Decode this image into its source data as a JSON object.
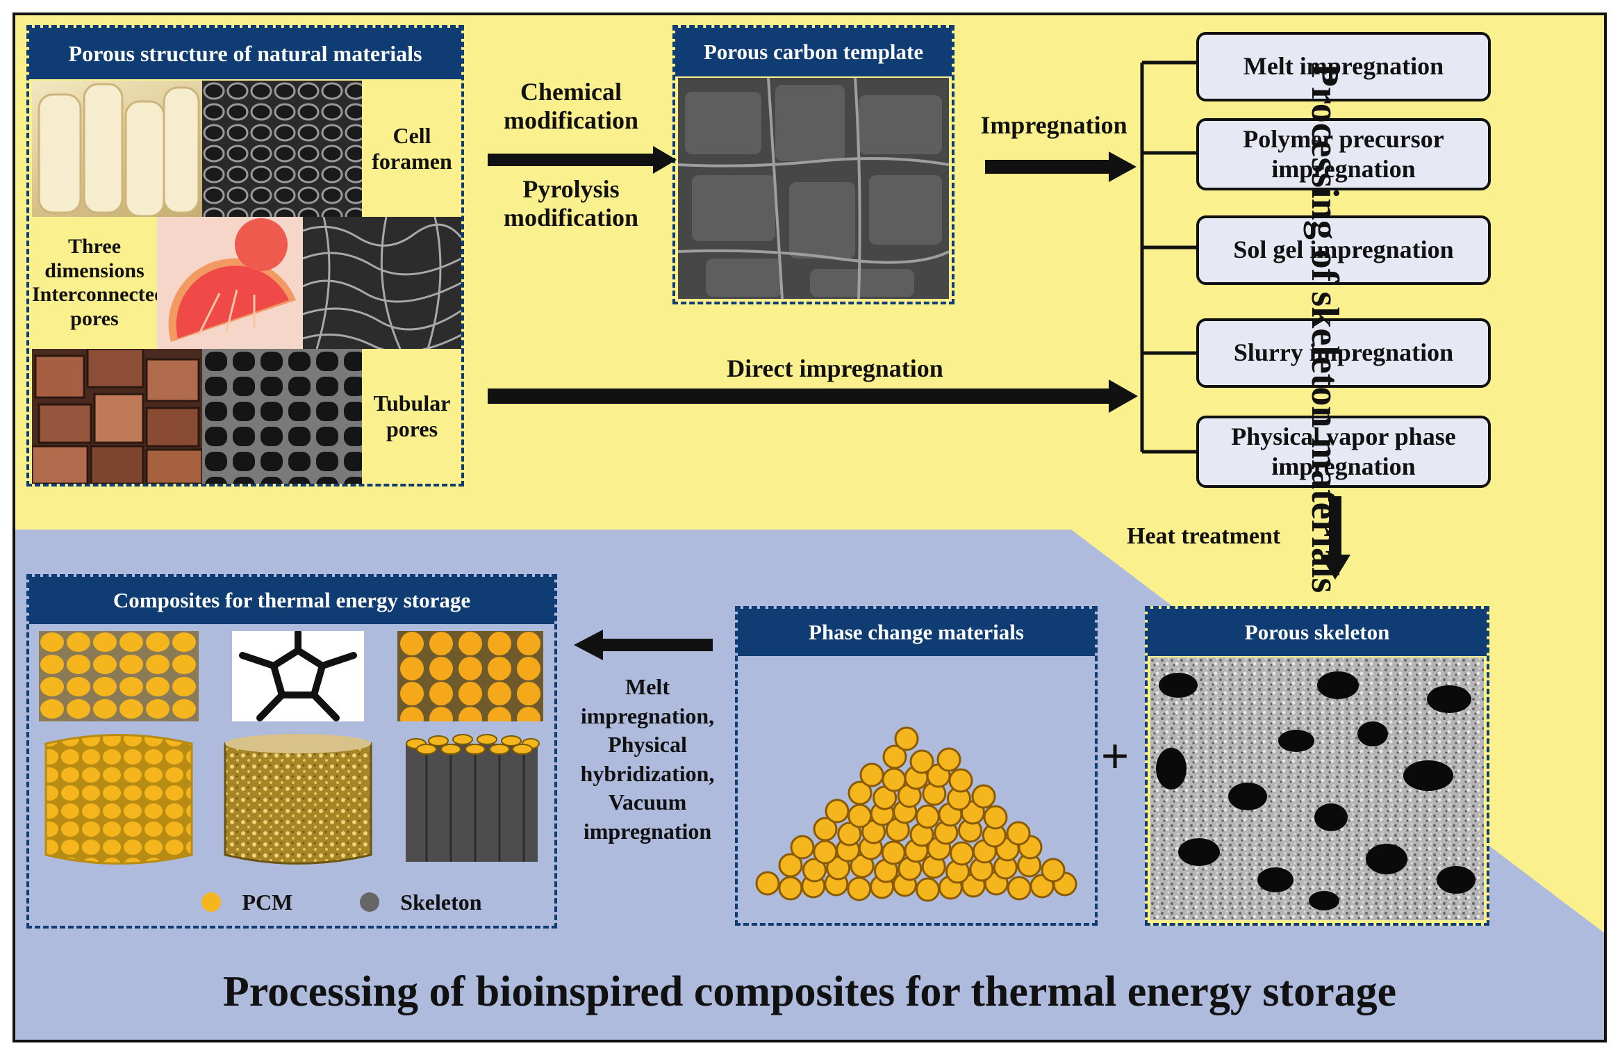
{
  "colors": {
    "yellow_bg": "#fbf08e",
    "blue_bg": "#aebbdc",
    "navy": "#0f3d73",
    "pcm_gold": "#f5b51c",
    "skeleton_gray": "#666666"
  },
  "natural_panel": {
    "title": "Porous structure of natural materials",
    "cell_label": "Cell foramen",
    "three_d_label_lines": [
      "Three",
      "dimensions",
      "Interconnected",
      "pores"
    ],
    "tubular_label_lines": [
      "Tubular",
      "pores"
    ]
  },
  "modification": {
    "chemical_lines": [
      "Chemical",
      "modification"
    ],
    "pyrolysis_lines": [
      "Pyrolysis",
      "modification"
    ]
  },
  "carbon_template": {
    "title": "Porous carbon template"
  },
  "impregnation_label": "Impregnation",
  "direct_impregnation_label": "Direct impregnation",
  "methods": [
    {
      "label": "Melt impregnation"
    },
    {
      "label": "Polymer precursor impregnation"
    },
    {
      "label": "Sol gel impregnation"
    },
    {
      "label": "Slurry impregnation"
    },
    {
      "label": "Physical vapor phase impregnation"
    }
  ],
  "side_title": "Processing of skeleton materials",
  "heat_treatment_label": "Heat treatment",
  "porous_skeleton": {
    "title": "Porous skeleton"
  },
  "pcm_panel": {
    "title": "Phase change materials"
  },
  "plus_sign": "+",
  "melt_methods_lines": [
    "Melt",
    "impregnation,",
    "Physical",
    "hybridization,",
    "Vacuum",
    "impregnation"
  ],
  "composites_panel": {
    "title": "Composites for thermal energy storage",
    "legend": [
      {
        "label": "PCM",
        "color": "#f5b51c"
      },
      {
        "label": "Skeleton",
        "color": "#666666"
      }
    ]
  },
  "bottom_title": "Processing of bioinspired composites for thermal energy storage"
}
